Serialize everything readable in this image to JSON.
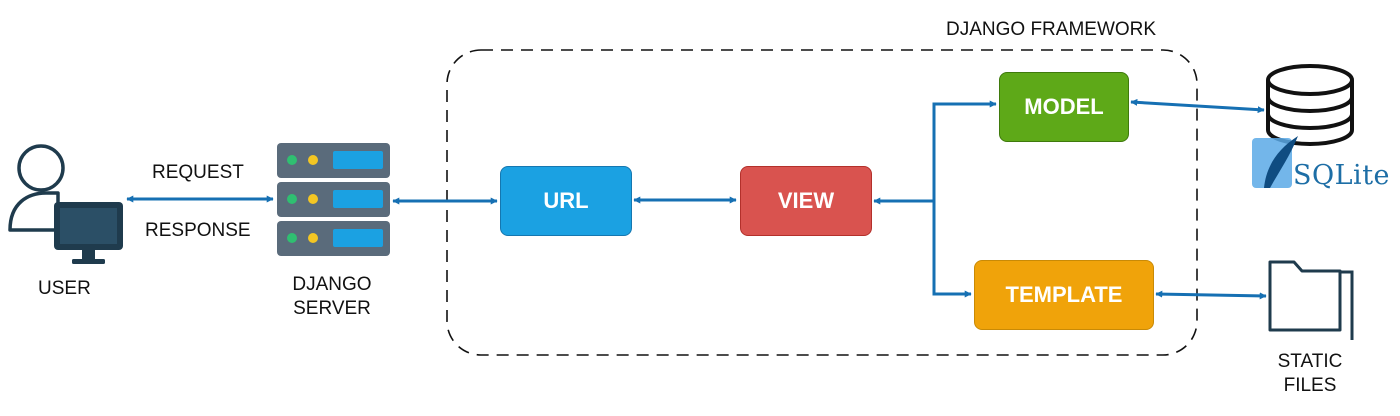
{
  "framework_label": "DJANGO FRAMEWORK",
  "user": {
    "label": "USER"
  },
  "arrows": {
    "request": "REQUEST",
    "response": "RESPONSE"
  },
  "server": {
    "label_line1": "DJANGO",
    "label_line2": "SERVER"
  },
  "nodes": {
    "url": "URL",
    "view": "VIEW",
    "model": "MODEL",
    "template": "TEMPLATE"
  },
  "database": {
    "logo_text": "SQLite"
  },
  "static_files": {
    "label_line1": "STATIC",
    "label_line2": "FILES"
  },
  "colors": {
    "arrow": "#1670b3",
    "url": "#1ba1e2",
    "view": "#d9534f",
    "model": "#5ea918",
    "template": "#f0a30a",
    "icon_dark": "#1f3b4d",
    "server_body": "#5a6b7b"
  }
}
